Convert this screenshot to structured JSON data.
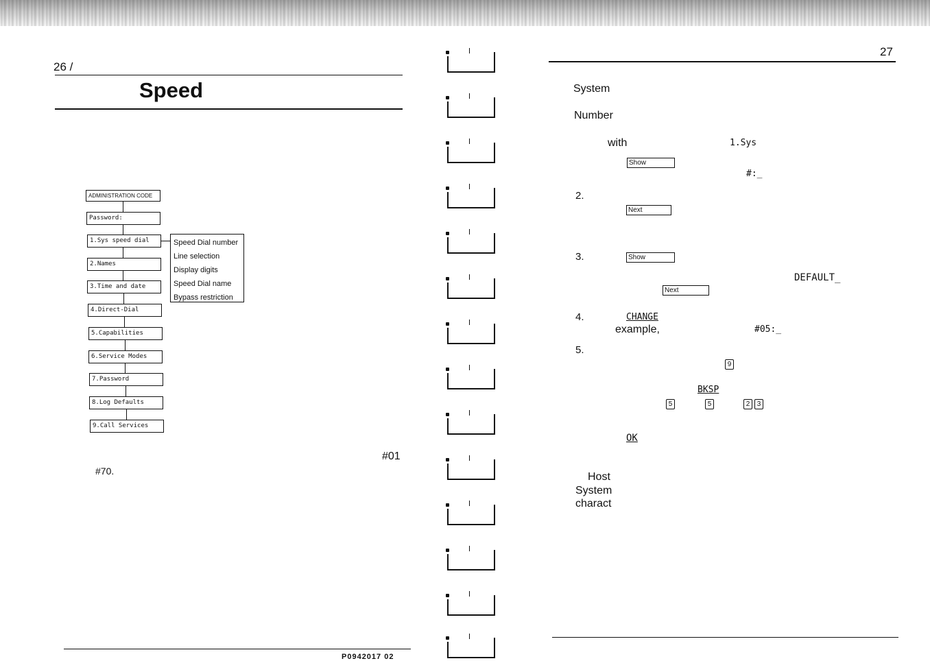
{
  "left_page": {
    "page_number": "26",
    "page_mark": "/",
    "title": "Speed",
    "flowchart": {
      "admin": "ADMINISTRATION CODE",
      "steps": [
        "Password:",
        "1.Sys speed dial",
        "2.Names",
        "3.Time and date",
        "4.Direct-Dial",
        "5.Capabilities",
        "6.Service Modes",
        "7.Password",
        "8.Log Defaults",
        "9.Call Services"
      ],
      "submenu": [
        "Speed Dial number",
        "Line selection",
        "Display digits",
        "Speed Dial name",
        "Bypass restriction"
      ]
    },
    "range_start": "#01",
    "range_end": "#70.",
    "footer_code": "P0942017 02"
  },
  "right_page": {
    "page_number": "27",
    "heading_1": "System",
    "heading_2": "Number",
    "intro_with": "with",
    "intro_display": "1.Sys",
    "key_show": "Show",
    "display_prompt": "#:_",
    "step_2": "2.",
    "key_next": "Next",
    "step_3": "3.",
    "display_default": "DEFAULT_",
    "step_4": "4.",
    "key_change": "CHANGE",
    "step_4_example": "example,",
    "display_05": "#05:_",
    "step_5": "5.",
    "digit_9": "9",
    "key_bksp": "BKSP",
    "digit_5a": "5",
    "digit_5b": "5",
    "digit_2": "2",
    "digit_3": "3",
    "key_ok": "OK",
    "note_1": "Host",
    "note_2": "System",
    "note_3": "charact"
  }
}
